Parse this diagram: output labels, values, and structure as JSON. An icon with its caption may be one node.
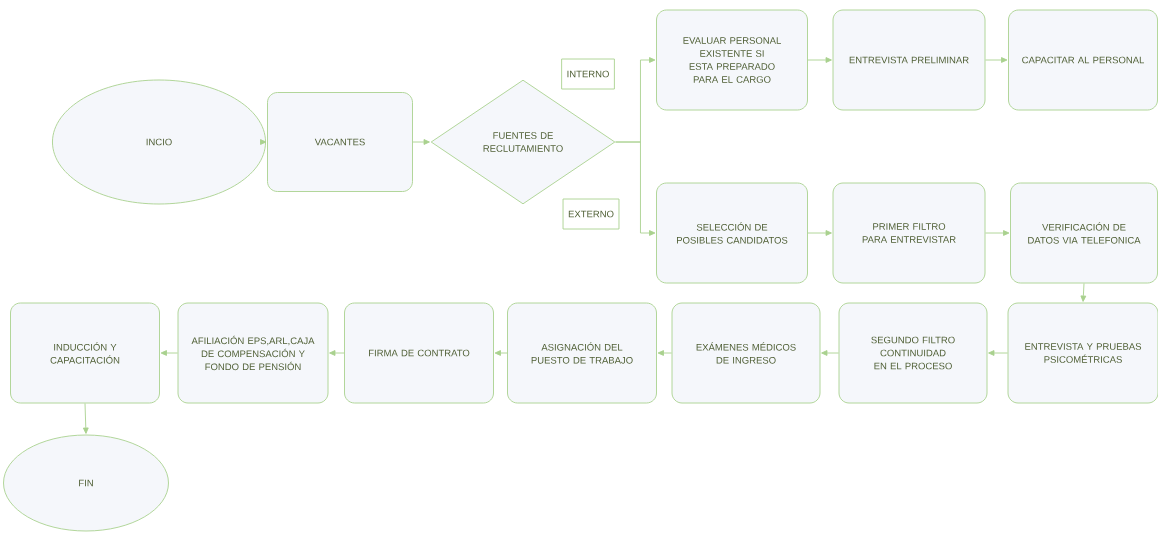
{
  "diagram": {
    "nodes": [
      {
        "text": [
          "INCIO"
        ]
      },
      {
        "text": [
          "VACANTES"
        ]
      },
      {
        "text": [
          "FUENTES DE RECLUTAMIENTO"
        ]
      },
      {
        "text": [
          "EVALUAR PERSONAL EXISTENTE SI ESTA PREPARADO PARA EL CARGO"
        ]
      },
      {
        "text": [
          "ENTREVISTA PRELIMINAR"
        ]
      },
      {
        "text": [
          "CAPACITAR AL PERSONAL"
        ]
      },
      {
        "text": [
          "SELECCIÓN DE POSIBLES CANDIDATOS"
        ]
      },
      {
        "text": [
          "PRIMER FILTRO PARA ENTREVISTAR"
        ]
      },
      {
        "text": [
          "VERIFICACIÓN DE DATOS VIA TELEFONICA"
        ]
      },
      {
        "text": [
          "ENTREVISTA Y PRUEBAS PSICOMÉTRICAS"
        ]
      },
      {
        "text": [
          "SEGUNDO FILTRO CONTINUIDAD EN EL PROCESO"
        ]
      },
      {
        "text": [
          "EXÁMENES MÉDICOS DE INGRESO"
        ]
      },
      {
        "text": [
          "ASIGNACIÓN DEL PUESTO DE TRABAJO"
        ]
      },
      {
        "text": [
          "FIRMA DE CONTRATO"
        ]
      },
      {
        "text": [
          "AFILIACIÓN EPS,ARL,CAJA DE COMPENSACIÓN Y FONDO DE PENSIÓN"
        ]
      },
      {
        "text": [
          "INDUCCIÓN Y CAPACITACIÓN"
        ]
      },
      {
        "text": [
          "FIN"
        ]
      }
    ],
    "edges": [
      {
        "from": 0,
        "to": 1,
        "arrow": "to"
      },
      {
        "from": 1,
        "to": 2,
        "arrow": "to"
      },
      {
        "from": 2,
        "to": 3,
        "arrow": "to",
        "label": "INTERNO"
      },
      {
        "from": 2,
        "to": 6,
        "arrow": "to",
        "label": "EXTERNO"
      },
      {
        "from": 3,
        "to": 4,
        "arrow": "to"
      },
      {
        "from": 4,
        "to": 5,
        "arrow": "to"
      },
      {
        "from": 6,
        "to": 7,
        "arrow": "to"
      },
      {
        "from": 7,
        "to": 8,
        "arrow": "to"
      },
      {
        "from": 8,
        "to": 9,
        "arrow": "to"
      },
      {
        "from": 9,
        "to": 10,
        "arrow": "to"
      },
      {
        "from": 10,
        "to": 11,
        "arrow": "to"
      },
      {
        "from": 11,
        "to": 12,
        "arrow": "to"
      },
      {
        "from": 12,
        "to": 13,
        "arrow": "to"
      },
      {
        "from": 13,
        "to": 14,
        "arrow": "to"
      },
      {
        "from": 14,
        "to": 15,
        "arrow": "to"
      },
      {
        "from": 15,
        "to": 16,
        "arrow": "to"
      }
    ]
  }
}
